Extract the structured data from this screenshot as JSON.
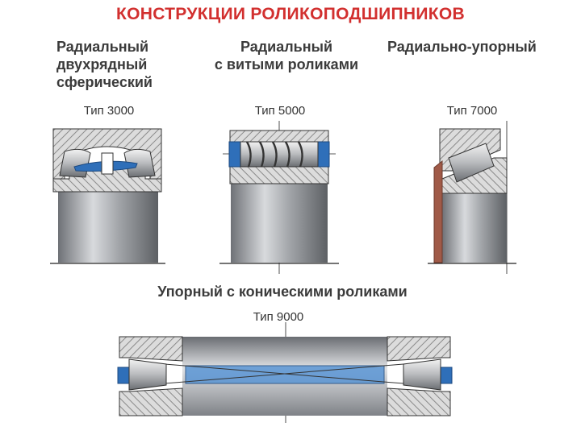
{
  "title": "КОНСТРУКЦИИ  РОЛИКОПОДШИПНИКОВ",
  "bearings": [
    {
      "name_lines": [
        "Радиальный",
        "двухрядный",
        "сферический"
      ],
      "type": "Тип 3000"
    },
    {
      "name_lines": [
        "Радиальный",
        "с витыми роликами"
      ],
      "type": "Тип 5000"
    },
    {
      "name_lines": [
        "Радиально-упорный"
      ],
      "type": "Тип 7000"
    },
    {
      "name_lines": [
        "Упорный с коническими роликами"
      ],
      "type": "Тип 9000"
    }
  ],
  "colors": {
    "title": "#d2302f",
    "cage_blue": "#2f6fb9",
    "shaft_gray": "#7c7f85",
    "hatch": "#8a8a8a",
    "copper_cage": "#a05a48"
  }
}
